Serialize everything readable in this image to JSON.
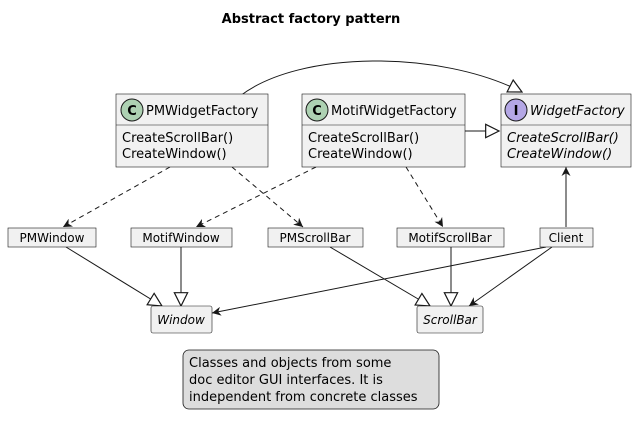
{
  "title": "Abstract factory pattern",
  "classes": {
    "pm_widget_factory": {
      "stereotype": "C",
      "name": "PMWidgetFactory",
      "methods": [
        "CreateScrollBar()",
        "CreateWindow()"
      ]
    },
    "motif_widget_factory": {
      "stereotype": "C",
      "name": "MotifWidgetFactory",
      "methods": [
        "CreateScrollBar()",
        "CreateWindow()"
      ]
    },
    "widget_factory": {
      "stereotype": "I",
      "name": "WidgetFactory",
      "methods": [
        "CreateScrollBar()",
        "CreateWindow()"
      ]
    }
  },
  "simple_classes": {
    "pm_window": "PMWindow",
    "motif_window": "MotifWindow",
    "pm_scrollbar": "PMScrollBar",
    "motif_scrollbar": "MotifScrollBar",
    "client": "Client",
    "window": "Window",
    "scrollbar": "ScrollBar"
  },
  "note": {
    "lines": [
      "Classes and objects from some",
      "doc editor GUI interfaces. It is",
      "independent from concrete classes"
    ]
  },
  "colors": {
    "box_fill": "#f1f1f1",
    "box_stroke": "#181818",
    "class_badge": "#add1b2",
    "interface_badge": "#b4a7e5",
    "note_fill": "#dddddd"
  }
}
